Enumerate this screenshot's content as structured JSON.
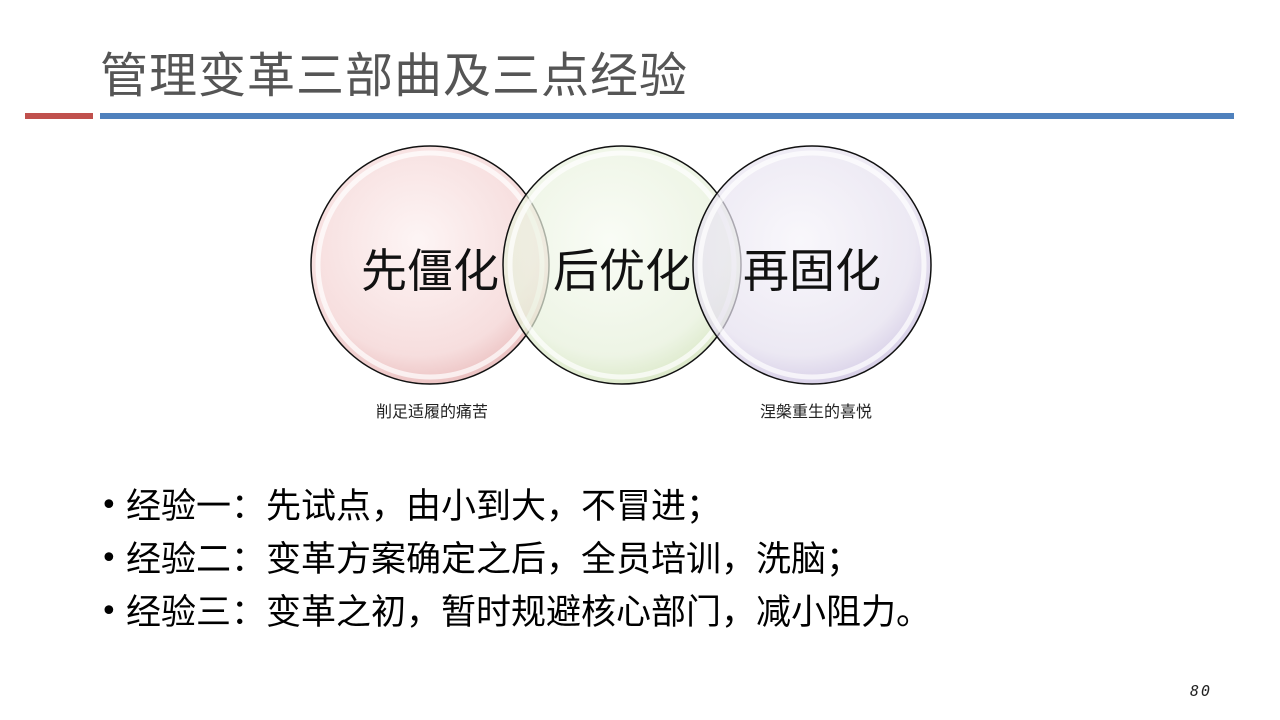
{
  "slide": {
    "title": "管理变革三部曲及三点经验",
    "page_number": "80"
  },
  "colors": {
    "rule_red": "#c0504d",
    "rule_blue": "#4f81bd",
    "circle_red_fill": "#f6dcdc",
    "circle_green_fill": "#e9f2df",
    "circle_purple_fill": "#e6e2f0"
  },
  "venn": {
    "circles": [
      {
        "label": "先僵化"
      },
      {
        "label": "后优化"
      },
      {
        "label": "再固化"
      }
    ],
    "captions": {
      "left": "削足适履的痛苦",
      "right": "涅槃重生的喜悦"
    }
  },
  "points": [
    {
      "text": "经验一：先试点，由小到大，不冒进；"
    },
    {
      "text": "经验二：变革方案确定之后，全员培训，洗脑；"
    },
    {
      "text": "经验三：变革之初，暂时规避核心部门，减小阻力。"
    }
  ]
}
